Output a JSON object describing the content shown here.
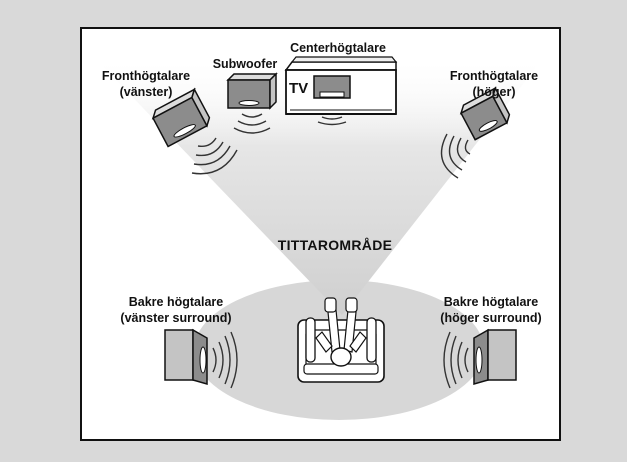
{
  "labels": {
    "front_left_line1": "Fronthögtalare",
    "front_left_line2": "(vänster)",
    "subwoofer": "Subwoofer",
    "center": "Centerhögtalare",
    "tv": "TV",
    "front_right_line1": "Fronthögtalare",
    "front_right_line2": "(höger)",
    "viewing_area": "TITTAROMRÅDE",
    "rear_left_line1": "Bakre högtalare",
    "rear_left_line2": "(vänster surround)",
    "rear_right_line1": "Bakre högtalare",
    "rear_right_line2": "(höger surround)"
  },
  "colors": {
    "background": "#d9d9d9",
    "panel": "#ffffff",
    "floor": "#d7d7d7",
    "speaker_face": "#8c8c8c",
    "speaker_side": "#c4c4c4",
    "outline": "#111111"
  }
}
